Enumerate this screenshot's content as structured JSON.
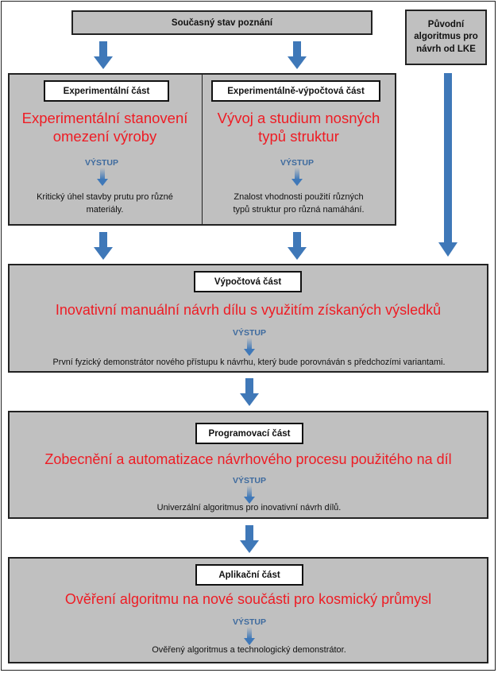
{
  "colors": {
    "box_fill": "#c0c0c0",
    "headline_red": "#ee1c24",
    "arrow_blue": "#3f78b8"
  },
  "top": {
    "title": "Současný stav poznání"
  },
  "side": {
    "title": "Původní\nalgoritmus pro\nnávrh od LKE"
  },
  "experimental": {
    "label": "Experimentální část",
    "headline": "Experimentální stanovení\nomezení výroby",
    "output_label": "VÝSTUP",
    "output": "Kritický úhel stavby prutu pro různé\nmateriály."
  },
  "exp_computational": {
    "label": "Experimentálně-výpočtová část",
    "headline": "Vývoj a studium nosných\ntypů struktur",
    "output_label": "VÝSTUP",
    "output": "Znalost vhodnosti použití různých\ntypů struktur pro různá namáhání."
  },
  "computational": {
    "label": "Výpočtová část",
    "headline": "Inovativní manuální návrh dílu s využitím získaných výsledků",
    "output_label": "VÝSTUP",
    "output": "První fyzický demonstrátor nového přístupu k návrhu, který bude porovnáván s předchozími variantami."
  },
  "programming": {
    "label": "Programovací část",
    "headline": "Zobecnění a automatizace návrhového procesu použitého na díl",
    "output_label": "VÝSTUP",
    "output": "Univerzální algoritmus pro inovativní návrh dílů."
  },
  "application": {
    "label": "Aplikační část",
    "headline": "Ověření algoritmu na nové součásti pro kosmický průmysl",
    "output_label": "VÝSTUP",
    "output": "Ověřený algoritmus a technologický demonstrátor."
  }
}
